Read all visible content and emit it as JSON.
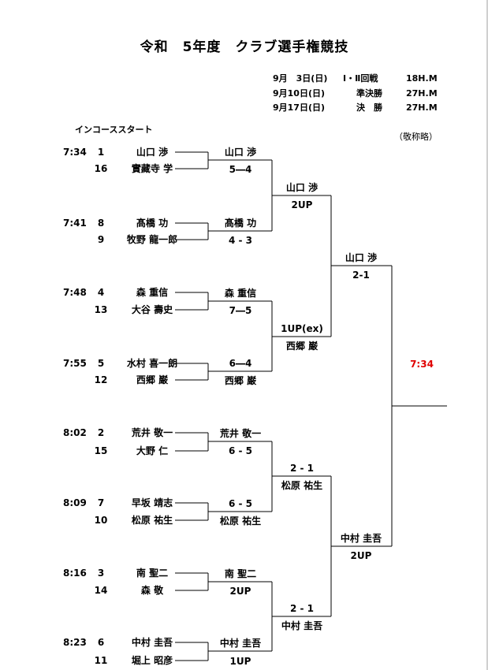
{
  "title": "令和　5年度　クラブ選手権競技",
  "schedule": [
    {
      "date": "9月　3日(日)",
      "round": "Ⅰ・Ⅱ回戦",
      "holes": "18H.M"
    },
    {
      "date": "9月10日(日)",
      "round": "準決勝",
      "holes": "27H.M"
    },
    {
      "date": "9月17日(日)",
      "round": "決　勝",
      "holes": "27H.M"
    }
  ],
  "honorific_note": "（敬称略）",
  "start_label": "インコーススタート",
  "matches": [
    {
      "time": "7:34",
      "seed_a": "1",
      "player_a": "山口 渉",
      "seed_b": "16",
      "player_b": "實藏寺 学",
      "winner": "山口 渉",
      "score": "5―4"
    },
    {
      "time": "7:41",
      "seed_a": "8",
      "player_a": "髙橋 功",
      "seed_b": "9",
      "player_b": "牧野 龍一郎",
      "winner": "髙橋 功",
      "score": "4 - 3"
    },
    {
      "time": "7:48",
      "seed_a": "4",
      "player_a": "森 重信",
      "seed_b": "13",
      "player_b": "大谷 壽史",
      "winner": "森 重信",
      "score": "7―5"
    },
    {
      "time": "7:55",
      "seed_a": "5",
      "player_a": "水村 喜一朗",
      "seed_b": "12",
      "player_b": "西郷 巌",
      "winner": "6―4",
      "score": "西郷 巌"
    },
    {
      "time": "8:02",
      "seed_a": "2",
      "player_a": "荒井 敬一",
      "seed_b": "15",
      "player_b": "大野 仁",
      "winner": "荒井 敬一",
      "score": "6 - 5"
    },
    {
      "time": "8:09",
      "seed_a": "7",
      "player_a": "早坂 靖志",
      "seed_b": "10",
      "player_b": "松原 祐生",
      "winner": "6 - 5",
      "score": "松原 祐生"
    },
    {
      "time": "8:16",
      "seed_a": "3",
      "player_a": "南 聖二",
      "seed_b": "14",
      "player_b": "森 敬",
      "winner": "南 聖二",
      "score": "2UP"
    },
    {
      "time": "8:23",
      "seed_a": "6",
      "player_a": "中村 圭吾",
      "seed_b": "11",
      "player_b": "堀上 昭彦",
      "winner": "中村 圭吾",
      "score": "1UP"
    }
  ],
  "round2": [
    {
      "top": "山口 渉",
      "bottom": "2UP"
    },
    {
      "top": "1UP(ex)",
      "bottom": "西郷 巌"
    },
    {
      "top": "2 - 1",
      "bottom": "松原 祐生"
    },
    {
      "top": "2 - 1",
      "bottom": "中村 圭吾"
    }
  ],
  "semis": [
    {
      "top": "山口 渉",
      "bottom": "2-1"
    },
    {
      "top": "中村 圭吾",
      "bottom": "2UP"
    }
  ],
  "final_time": "7:34",
  "colors": {
    "final_time": "#e00000",
    "lines": "#000000"
  }
}
